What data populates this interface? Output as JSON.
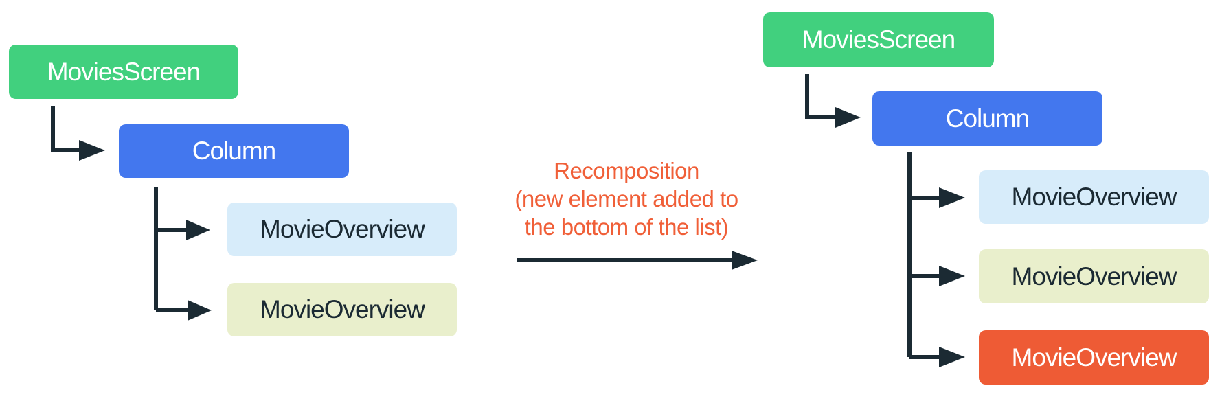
{
  "diagram": {
    "connector_color": "#1b2a33",
    "annotation": {
      "lines": [
        "Recomposition",
        "(new element added to",
        "the bottom of the list)"
      ],
      "color": "#f05f38"
    },
    "left_tree": {
      "nodes": [
        {
          "label": "MoviesScreen",
          "bg": "#41d07e",
          "fg": "#ffffff"
        },
        {
          "label": "Column",
          "bg": "#4377ee",
          "fg": "#ffffff"
        },
        {
          "label": "MovieOverview",
          "bg": "#d7ecfa",
          "fg": "#1b2a33"
        },
        {
          "label": "MovieOverview",
          "bg": "#e9efcc",
          "fg": "#1b2a33"
        }
      ]
    },
    "right_tree": {
      "nodes": [
        {
          "label": "MoviesScreen",
          "bg": "#41d07e",
          "fg": "#ffffff"
        },
        {
          "label": "Column",
          "bg": "#4377ee",
          "fg": "#ffffff"
        },
        {
          "label": "MovieOverview",
          "bg": "#d7ecfa",
          "fg": "#1b2a33"
        },
        {
          "label": "MovieOverview",
          "bg": "#e9efcc",
          "fg": "#1b2a33"
        },
        {
          "label": "MovieOverview",
          "bg": "#ee5b35",
          "fg": "#ffffff",
          "highlight": true
        }
      ]
    }
  }
}
